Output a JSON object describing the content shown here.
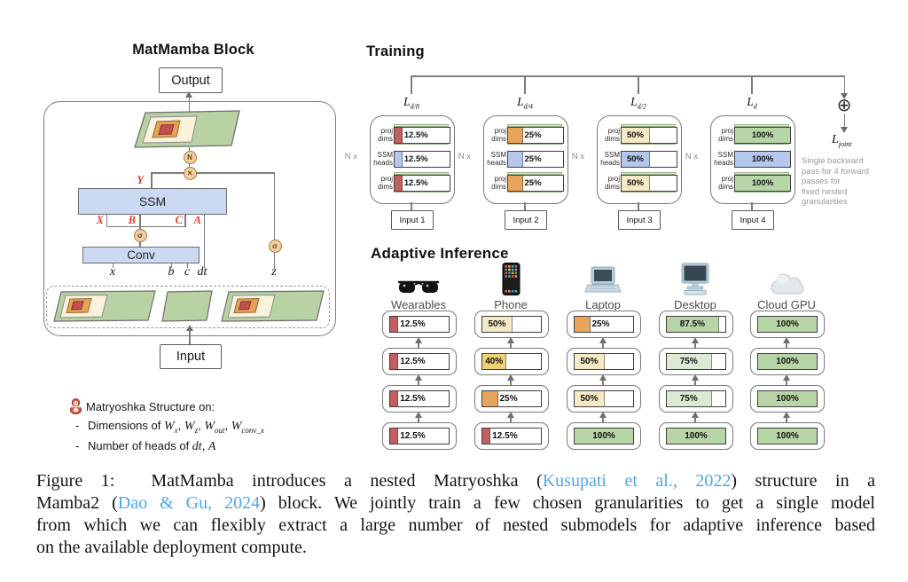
{
  "matmamba": {
    "title": "MatMamba Block",
    "output_label": "Output",
    "input_label": "Input",
    "ssm_label": "SSM",
    "conv_label": "Conv",
    "ops": {
      "norm": "N",
      "multiply": "×",
      "activation": "σ"
    },
    "wires": {
      "Y": "Y",
      "X": "X",
      "B": "B",
      "C": "C",
      "A": "A",
      "x": "x",
      "b": "b",
      "c": "c",
      "dt": "dt",
      "z": "z"
    },
    "note": {
      "icon": "matryoshka-icon",
      "title": "Matryoshka Structure on:",
      "bullet_marker": "-",
      "bullets": [
        {
          "prefix": "Dimensions of ",
          "items": [
            {
              "base": "W",
              "sub": "x"
            },
            {
              "base": "W",
              "sub": "z"
            },
            {
              "base": "W",
              "sub": "out"
            },
            {
              "base": "W",
              "sub": "conv_x"
            }
          ]
        },
        {
          "prefix": "Number of heads of ",
          "items": [
            {
              "base": "dt",
              "sub": ""
            },
            {
              "base": "A",
              "sub": ""
            }
          ]
        }
      ]
    }
  },
  "training": {
    "title": "Training",
    "repeat_label": "N x",
    "columns": [
      {
        "loss_base": "L",
        "loss_sub": "d/8",
        "input_label": "Input 1",
        "rows": [
          {
            "label_lines": [
              "proj",
              "dims"
            ],
            "value": "12.5%",
            "fill_pct": 12.5,
            "fill_color": "#c55f5f",
            "strips": true
          },
          {
            "label_lines": [
              "SSM",
              "heads"
            ],
            "value": "12.5%",
            "fill_pct": 12.5,
            "fill_color": "#b4c7ec",
            "strips": false
          },
          {
            "label_lines": [
              "proj",
              "dims"
            ],
            "value": "12.5%",
            "fill_pct": 12.5,
            "fill_color": "#c55f5f",
            "strips": true
          }
        ]
      },
      {
        "loss_base": "L",
        "loss_sub": "d/4",
        "input_label": "Input 2",
        "rows": [
          {
            "label_lines": [
              "proj",
              "dims"
            ],
            "value": "25%",
            "fill_pct": 25,
            "fill_color": "#e9a45b",
            "strips": true
          },
          {
            "label_lines": [
              "SSM",
              "heads"
            ],
            "value": "25%",
            "fill_pct": 25,
            "fill_color": "#b4c7ec",
            "strips": false
          },
          {
            "label_lines": [
              "proj",
              "dims"
            ],
            "value": "25%",
            "fill_pct": 25,
            "fill_color": "#e9a45b",
            "strips": true
          }
        ]
      },
      {
        "loss_base": "L",
        "loss_sub": "d/2",
        "input_label": "Input 3",
        "rows": [
          {
            "label_lines": [
              "proj",
              "dims"
            ],
            "value": "50%",
            "fill_pct": 50,
            "fill_color": "#f6e9c6",
            "strips": true
          },
          {
            "label_lines": [
              "SSM",
              "heads"
            ],
            "value": "50%",
            "fill_pct": 50,
            "fill_color": "#b4c7ec",
            "strips": false
          },
          {
            "label_lines": [
              "proj",
              "dims"
            ],
            "value": "50%",
            "fill_pct": 50,
            "fill_color": "#f6e9c6",
            "strips": true
          }
        ]
      },
      {
        "loss_base": "L",
        "loss_sub": "d",
        "input_label": "Input 4",
        "rows": [
          {
            "label_lines": [
              "proj",
              "dims"
            ],
            "value": "100%",
            "fill_pct": 100,
            "fill_color": "#b8d5a7",
            "strips": true
          },
          {
            "label_lines": [
              "SSM",
              "heads"
            ],
            "value": "100%",
            "fill_pct": 100,
            "fill_color": "#b4c7ec",
            "strips": false
          },
          {
            "label_lines": [
              "proj",
              "dims"
            ],
            "value": "100%",
            "fill_pct": 100,
            "fill_color": "#b8d5a7",
            "strips": true
          }
        ]
      }
    ],
    "joint": {
      "plus": "⊕",
      "loss_base": "L",
      "loss_sub": "joint",
      "note_lines": [
        "Single backward",
        "pass for 4 forward",
        "passes for",
        "fixed nested",
        "granularities"
      ]
    }
  },
  "adaptive": {
    "title": "Adaptive Inference",
    "devices": [
      {
        "label": "Wearables",
        "icon": "sunglasses-icon",
        "cards": [
          {
            "value": "12.5%",
            "fill_pct": 12.5,
            "fill_color": "#c55f5f"
          },
          {
            "value": "12.5%",
            "fill_pct": 12.5,
            "fill_color": "#c55f5f"
          },
          {
            "value": "12.5%",
            "fill_pct": 12.5,
            "fill_color": "#c55f5f"
          },
          {
            "value": "12.5%",
            "fill_pct": 12.5,
            "fill_color": "#c55f5f"
          }
        ]
      },
      {
        "label": "Phone",
        "icon": "smartphone-icon",
        "cards": [
          {
            "value": "50%",
            "fill_pct": 50,
            "fill_color": "#f6e9c6"
          },
          {
            "value": "40%",
            "fill_pct": 40,
            "fill_color": "#f0d177"
          },
          {
            "value": "25%",
            "fill_pct": 25,
            "fill_color": "#e9a45b"
          },
          {
            "value": "12.5%",
            "fill_pct": 12.5,
            "fill_color": "#c55f5f"
          }
        ]
      },
      {
        "label": "Laptop",
        "icon": "laptop-icon",
        "cards": [
          {
            "value": "25%",
            "fill_pct": 25,
            "fill_color": "#e9a45b"
          },
          {
            "value": "50%",
            "fill_pct": 50,
            "fill_color": "#f6e9c6"
          },
          {
            "value": "50%",
            "fill_pct": 50,
            "fill_color": "#f6e9c6"
          },
          {
            "value": "100%",
            "fill_pct": 100,
            "fill_color": "#b8d5a7"
          }
        ]
      },
      {
        "label": "Desktop",
        "icon": "desktop-icon",
        "cards": [
          {
            "value": "87.5%",
            "fill_pct": 87.5,
            "fill_color": "#b8d5a7"
          },
          {
            "value": "75%",
            "fill_pct": 75,
            "fill_color": "#dcead3"
          },
          {
            "value": "75%",
            "fill_pct": 75,
            "fill_color": "#dcead3"
          },
          {
            "value": "100%",
            "fill_pct": 100,
            "fill_color": "#b8d5a7"
          }
        ]
      },
      {
        "label": "Cloud GPU",
        "icon": "cloud-icon",
        "cards": [
          {
            "value": "100%",
            "fill_pct": 100,
            "fill_color": "#b8d5a7"
          },
          {
            "value": "100%",
            "fill_pct": 100,
            "fill_color": "#b8d5a7"
          },
          {
            "value": "100%",
            "fill_pct": 100,
            "fill_color": "#b8d5a7"
          },
          {
            "value": "100%",
            "fill_pct": 100,
            "fill_color": "#b8d5a7"
          }
        ]
      }
    ]
  },
  "caption": {
    "lines": [
      {
        "justify": true,
        "segments": [
          {
            "text": "Figure 1:  MatMamba introduces a nested Matryoshka ("
          },
          {
            "text": "Kusupati et al., 2022",
            "link": true
          },
          {
            "text": ") structure in a"
          }
        ]
      },
      {
        "justify": true,
        "segments": [
          {
            "text": "Mamba2 ("
          },
          {
            "text": "Dao & Gu, 2024",
            "link": true
          },
          {
            "text": ") block. We jointly train a few chosen granularities to get a single model"
          }
        ]
      },
      {
        "justify": true,
        "segments": [
          {
            "text": "from which we can flexibly extract a large number of nested submodels for adaptive inference based"
          }
        ]
      },
      {
        "justify": false,
        "segments": [
          {
            "text": "on the available deployment compute."
          }
        ]
      }
    ]
  },
  "palette": {
    "line_gray": "#7d7d7d",
    "wire_label_red": "#e8392e",
    "block_blue": "#ccd9f2",
    "op_circle_tan": "#f2cfa0",
    "citation_blue": "#4fa7e8",
    "bar_red": "#c55f5f",
    "bar_orange": "#e9a45b",
    "bar_cream": "#f6e9c6",
    "bar_gold": "#f0d177",
    "bar_green": "#b8d5a7",
    "bar_light_green": "#dcead3",
    "bar_blue": "#b4c7ec",
    "trapezoid_green": "#b8d2a4",
    "trapezoid_cream": "#faf2da",
    "trapezoid_orange": "#e7a353",
    "trapezoid_red": "#c2504d"
  }
}
